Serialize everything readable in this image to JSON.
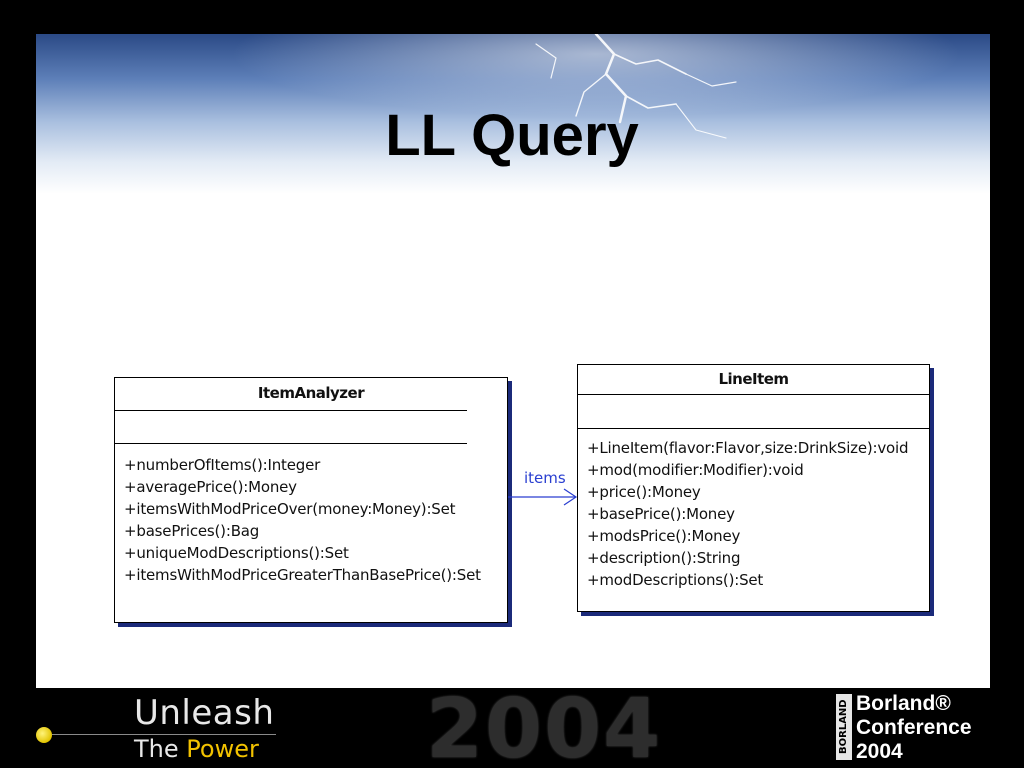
{
  "slide": {
    "title": "LL Query"
  },
  "diagram": {
    "classes": {
      "item_analyzer": {
        "name": "ItemAnalyzer",
        "operations": [
          "+numberOfItems():Integer",
          "+averagePrice():Money",
          "+itemsWithModPriceOver(money:Money):Set",
          "+basePrices():Bag",
          "+uniqueModDescriptions():Set",
          "+itemsWithModPriceGreaterThanBasePrice():Set"
        ]
      },
      "line_item": {
        "name": "LineItem",
        "operations": [
          "+LineItem(flavor:Flavor,size:DrinkSize):void",
          "+mod(modifier:Modifier):void",
          "+price():Money",
          "+basePrice():Money",
          "+modsPrice():Money",
          "+description():String",
          "+modDescriptions():Set"
        ]
      }
    },
    "association": {
      "label": "items",
      "color": "#2a3fd0"
    },
    "shadow_color": "#1b2a7a"
  },
  "footer": {
    "unleash": "Unleash",
    "the": "The ",
    "power": "Power",
    "year": "2004",
    "logo_mark": "BORLAND",
    "conference_lines": [
      "Borland®",
      "Conference",
      "2004"
    ],
    "accent_color": "#f2c200"
  }
}
